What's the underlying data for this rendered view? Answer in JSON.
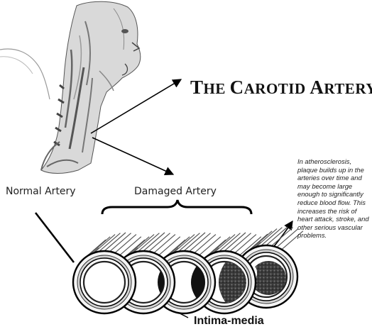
{
  "title": {
    "words": [
      {
        "cap": "T",
        "rest": "HE"
      },
      {
        "cap": "C",
        "rest": "AROTID"
      },
      {
        "cap": "A",
        "rest": "RTERY"
      }
    ]
  },
  "labels": {
    "normal": "Normal Artery",
    "damaged": "Damaged Artery",
    "intima": "Intima-media"
  },
  "caption": "In atherosclerosis, plaque builds up in the arteries over time and may become large enough to significantly reduce blood flow. This increases the risk of heart attack, stroke, and other serious vascular problems.",
  "illustration": {
    "head_and_neck": "anatomical head-neck illustration",
    "artery_stages": [
      "normal",
      "mild",
      "moderate",
      "severe",
      "occluded"
    ]
  }
}
